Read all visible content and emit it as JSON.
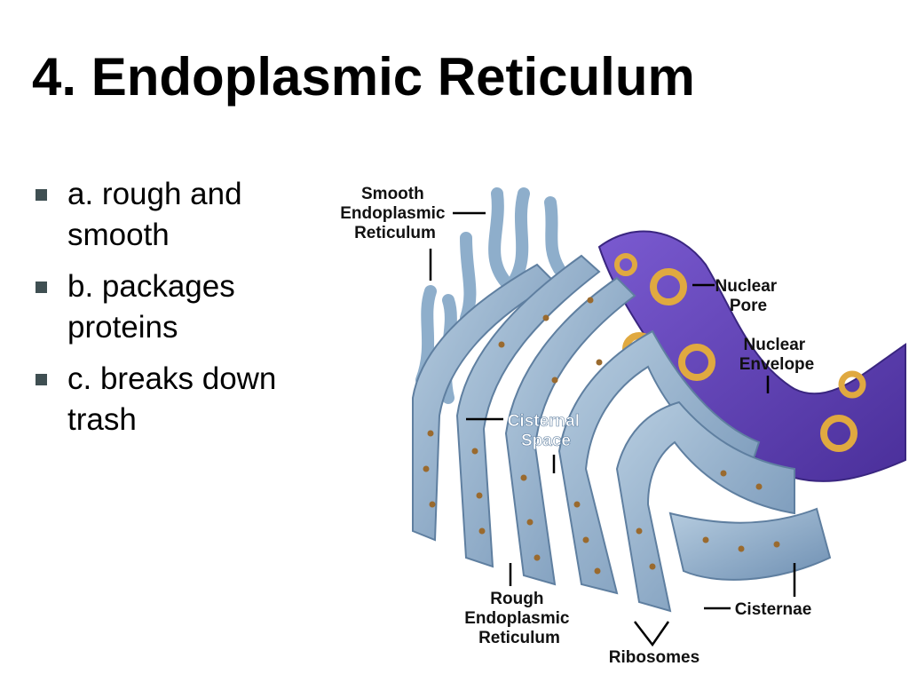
{
  "slide": {
    "title": "4. Endoplasmic Reticulum",
    "bullets": [
      "a. rough and smooth",
      "b. packages proteins",
      "c. breaks down trash"
    ]
  },
  "diagram": {
    "labels": {
      "smooth_er": [
        "Smooth",
        "Endoplasmic",
        "Reticulum"
      ],
      "nuclear_pore": [
        "Nuclear",
        "Pore"
      ],
      "nuclear_envelope": [
        "Nuclear",
        "Envelope"
      ],
      "cisternal_space": [
        "Cisternal",
        "Space"
      ],
      "rough_er": [
        "Rough",
        "Endoplasmic",
        "Reticulum"
      ],
      "cisternae": "Cisternae",
      "ribosomes": "Ribosomes"
    },
    "colors": {
      "er_membrane": "#8eaecb",
      "er_shadow": "#5f7fa0",
      "nuclear_envelope": "#5a3fb0",
      "ribosome": "#9a6a2e",
      "pore": "#e0a940"
    }
  }
}
